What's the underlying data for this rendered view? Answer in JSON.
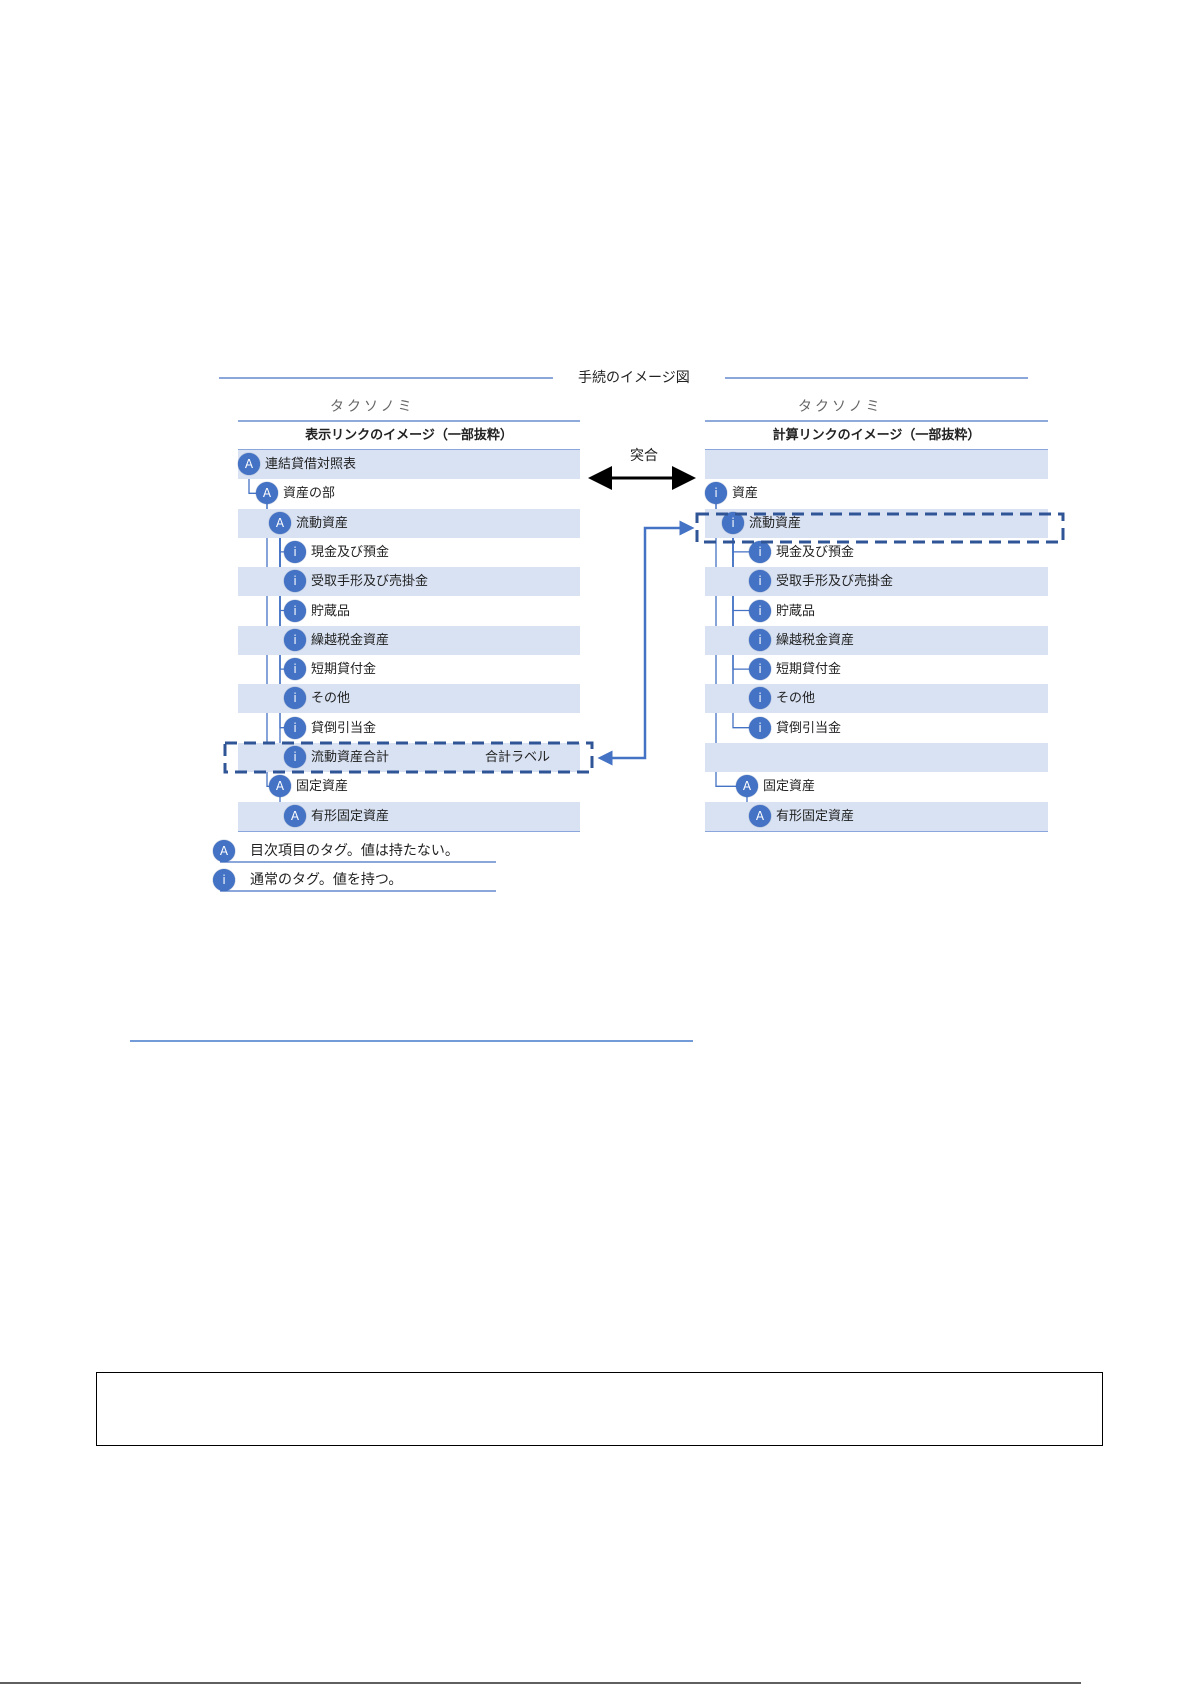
{
  "diagram": {
    "title": "手続のイメージ図",
    "reconcile_label": "突合",
    "left": {
      "taxonomy_label": "タクソノミ",
      "header": "表示リンクのイメージ（一部抜粋）",
      "rows": [
        {
          "icon": "A",
          "label": "連結貸借対照表",
          "level": 0
        },
        {
          "icon": "A",
          "label": "資産の部",
          "level": 1
        },
        {
          "icon": "A",
          "label": "流動資産",
          "level": 2
        },
        {
          "icon": "i",
          "label": "現金及び預金",
          "level": 3
        },
        {
          "icon": "i",
          "label": "受取手形及び売掛金",
          "level": 3
        },
        {
          "icon": "i",
          "label": "貯蔵品",
          "level": 3
        },
        {
          "icon": "i",
          "label": "繰越税金資産",
          "level": 3
        },
        {
          "icon": "i",
          "label": "短期貸付金",
          "level": 3
        },
        {
          "icon": "i",
          "label": "その他",
          "level": 3
        },
        {
          "icon": "i",
          "label": "貸倒引当金",
          "level": 3
        },
        {
          "icon": "i",
          "label": "流動資産合計",
          "level": 3,
          "note": "合計ラベル"
        },
        {
          "icon": "A",
          "label": "固定資産",
          "level": 2
        },
        {
          "icon": "A",
          "label": "有形固定資産",
          "level": 3
        }
      ]
    },
    "right": {
      "taxonomy_label": "タクソノミ",
      "header": "計算リンクのイメージ（一部抜粋）",
      "rows": [
        {
          "icon": "",
          "label": "",
          "level": 0
        },
        {
          "icon": "i",
          "label": "資産",
          "level": 0
        },
        {
          "icon": "i",
          "label": "流動資産",
          "level": 1
        },
        {
          "icon": "i",
          "label": "現金及び預金",
          "level": 2
        },
        {
          "icon": "i",
          "label": "受取手形及び売掛金",
          "level": 2
        },
        {
          "icon": "i",
          "label": "貯蔵品",
          "level": 2
        },
        {
          "icon": "i",
          "label": "繰越税金資産",
          "level": 2
        },
        {
          "icon": "i",
          "label": "短期貸付金",
          "level": 2
        },
        {
          "icon": "i",
          "label": "その他",
          "level": 2
        },
        {
          "icon": "i",
          "label": "貸倒引当金",
          "level": 2
        },
        {
          "icon": "",
          "label": "",
          "level": 0
        },
        {
          "icon": "A",
          "label": "固定資産",
          "level": 1
        },
        {
          "icon": "A",
          "label": "有形固定資産",
          "level": 2
        }
      ]
    },
    "legend": [
      {
        "icon": "A",
        "label": "目次項目のタグ。値は持たない。"
      },
      {
        "icon": "i",
        "label": "通常のタグ。値を持つ。"
      }
    ]
  },
  "colors": {
    "accent": "#4472c4",
    "row_shade": "#d9e2f3",
    "dash": "#2f5597"
  }
}
